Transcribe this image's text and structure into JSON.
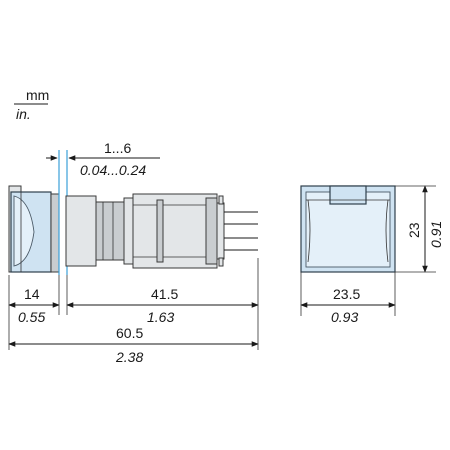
{
  "units": {
    "primary": "mm",
    "secondary": "in."
  },
  "side_view": {
    "panel_thickness": {
      "mm": "1...6",
      "in": "0.04...0.24"
    },
    "front_depth": {
      "mm": "14",
      "in": "0.55"
    },
    "rear_depth": {
      "mm": "41.5",
      "in": "1.63"
    },
    "overall_length": {
      "mm": "60.5",
      "in": "2.38"
    }
  },
  "front_view": {
    "width": {
      "mm": "23.5",
      "in": "0.93"
    },
    "height": {
      "mm": "23",
      "in": "0.91"
    }
  },
  "colors": {
    "cap": "#cfe3f2",
    "panel_guide": "#3aa0d8",
    "body": "#e3e6e8"
  }
}
